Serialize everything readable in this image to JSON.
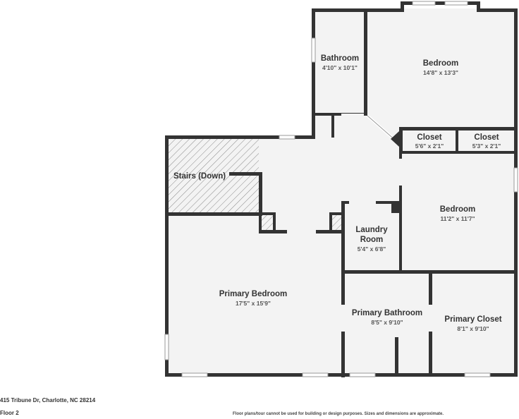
{
  "rooms": {
    "bathroom": {
      "name": "Bathroom",
      "dims": "4'10\" x 10'1\""
    },
    "bedroom_top": {
      "name": "Bedroom",
      "dims": "14'8\" x 13'3\""
    },
    "closet_left": {
      "name": "Closet",
      "dims": "5'6\" x 2'1\""
    },
    "closet_right": {
      "name": "Closet",
      "dims": "5'3\" x 2'1\""
    },
    "stairs": {
      "name": "Stairs (Down)"
    },
    "bedroom_mid": {
      "name": "Bedroom",
      "dims": "11'2\" x 11'7\""
    },
    "laundry": {
      "name_line1": "Laundry",
      "name_line2": "Room",
      "dims": "5'4\" x 6'8\""
    },
    "primary_bedroom": {
      "name": "Primary Bedroom",
      "dims": "17'5\" x 15'9\""
    },
    "primary_bathroom": {
      "name": "Primary Bathroom",
      "dims": "8'5\" x 9'10\""
    },
    "primary_closet": {
      "name": "Primary Closet",
      "dims": "8'1\" x 9'10\""
    }
  },
  "footer": {
    "address": "415 Tribune Dr, Charlotte, NC 28214",
    "floor": "Floor 2",
    "disclaimer": "Floor plans/tour cannot be used for building or design purposes. Sizes and dimensions are approximate."
  },
  "colors": {
    "wall": "#333333",
    "floor": "#f3f3f3",
    "text": "#333333"
  }
}
